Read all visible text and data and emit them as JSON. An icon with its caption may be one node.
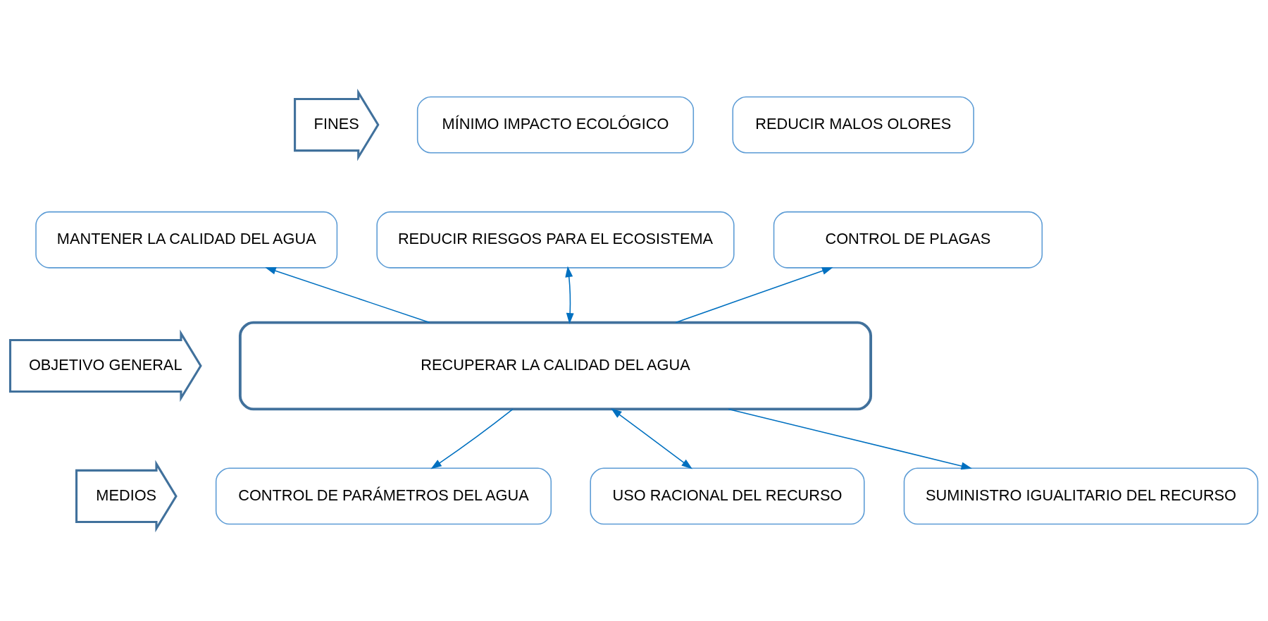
{
  "diagram": {
    "nodes": [
      {
        "text": [
          "MÍNIMO IMPACTO ECOLÓGICO"
        ]
      },
      {
        "text": [
          "REDUCIR MALOS OLORES"
        ]
      },
      {
        "text": [
          "FINES"
        ]
      },
      {
        "text": [
          "MANTENER LA CALIDAD DEL AGUA"
        ]
      },
      {
        "text": [
          "REDUCIR RIESGOS PARA EL ECOSISTEMA"
        ]
      },
      {
        "text": [
          "CONTROL DE PLAGAS"
        ]
      },
      {
        "text": [
          "OBJETIVO GENERAL"
        ]
      },
      {
        "text": [
          "RECUPERAR LA CALIDAD DEL AGUA"
        ]
      },
      {
        "text": [
          "MEDIOS"
        ]
      },
      {
        "text": [
          "CONTROL DE PARÁMETROS DEL AGUA"
        ]
      },
      {
        "text": [
          "USO RACIONAL DEL RECURSO"
        ]
      },
      {
        "text": [
          "SUMINISTRO IGUALITARIO DEL RECURSO"
        ]
      }
    ],
    "edges": [
      {
        "from": 7,
        "to": 3,
        "arrow": "to"
      },
      {
        "from": 7,
        "to": 4,
        "arrow": "both"
      },
      {
        "from": 7,
        "to": 5,
        "arrow": "to"
      },
      {
        "from": 7,
        "to": 10,
        "arrow": "both"
      },
      {
        "from": 7,
        "to": 9,
        "arrow": "to"
      },
      {
        "from": 7,
        "to": 11,
        "arrow": "to"
      }
    ]
  }
}
